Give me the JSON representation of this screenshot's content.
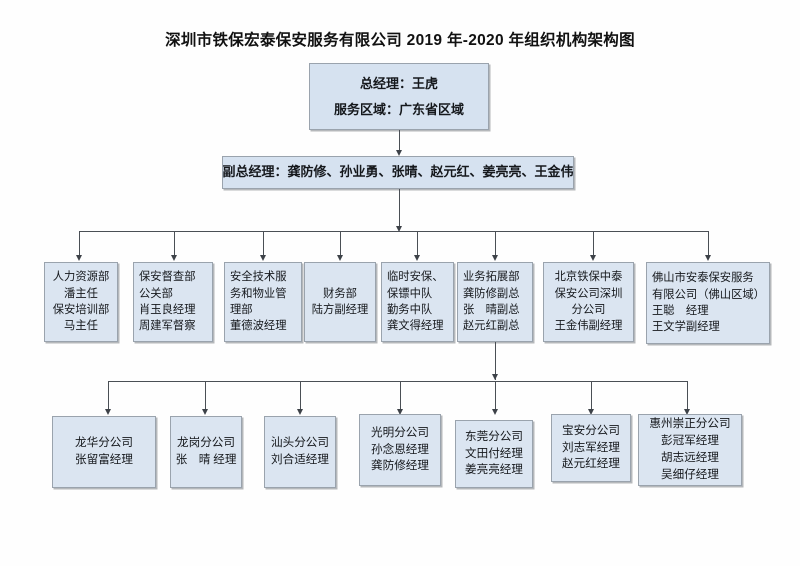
{
  "title": "深圳市铁保宏泰保安服务有限公司 2019 年-2020 年组织机构架构图",
  "chart_data": {
    "type": "diagram",
    "diagram_kind": "organization-chart",
    "title": "深圳市铁保宏泰保安服务有限公司 2019 年-2020 年组织机构架构图",
    "levels": 4,
    "node_fill_color": "#dbe5f1",
    "node_border_color": "#9aa3ad",
    "connector_color": "#4a4f55",
    "background_color": "#fefefe"
  },
  "top": {
    "lines": [
      "总经理：王虎",
      "服务区域：广东省区域"
    ]
  },
  "vice": {
    "lines": [
      "副总经理：龚防修、孙业勇、张晴、赵元红、姜亮亮、王金伟"
    ]
  },
  "departments": [
    {
      "name": "human-resources",
      "align": "center",
      "lines": [
        "人力资源部",
        "潘主任",
        "保安培训部",
        "马主任"
      ]
    },
    {
      "name": "security-supervision",
      "align": "left",
      "lines": [
        "保安督查部",
        "公关部",
        "肖玉良经理",
        "周建军督察"
      ]
    },
    {
      "name": "safety-tech-property",
      "align": "left",
      "lines": [
        "安全技术服",
        "务和物业管",
        "理部",
        "董德波经理"
      ]
    },
    {
      "name": "finance",
      "align": "center",
      "lines": [
        "财务部",
        "陆方副经理"
      ]
    },
    {
      "name": "temporary-security-bodyguard",
      "align": "left",
      "lines": [
        "临时安保、",
        "保镖中队",
        "勤务中队",
        "龚文得经理"
      ]
    },
    {
      "name": "business-development",
      "align": "left",
      "lines": [
        "业务拓展部",
        "龚防修副总",
        "张　晴副总",
        "赵元红副总"
      ]
    },
    {
      "name": "beijing-tiebao-zhongtai-shenzhen-branch",
      "align": "center",
      "lines": [
        "北京铁保中泰",
        "保安公司深圳",
        "分公司",
        "王金伟副经理"
      ]
    },
    {
      "name": "foshan-antai-security",
      "align": "left",
      "lines": [
        "佛山市安泰保安服务",
        "有限公司（佛山区域）",
        "王聪　经理",
        "王文学副经理"
      ]
    }
  ],
  "branches": [
    {
      "name": "longhua-branch",
      "lines": [
        "龙华分公司",
        "张留富经理"
      ]
    },
    {
      "name": "longgang-branch",
      "lines": [
        "龙岗分公司",
        "张　晴 经理"
      ]
    },
    {
      "name": "shantou-branch",
      "lines": [
        "汕头分公司",
        "刘合适经理"
      ]
    },
    {
      "name": "guangming-branch",
      "lines": [
        "光明分公司",
        "孙念恩经理",
        "龚防修经理"
      ]
    },
    {
      "name": "dongguan-branch",
      "lines": [
        "东莞分公司",
        "文田付经理",
        "姜亮亮经理"
      ]
    },
    {
      "name": "baoan-branch",
      "lines": [
        "宝安分公司",
        "刘志军经理",
        "赵元红经理"
      ]
    },
    {
      "name": "huizhou-chongzheng-branch",
      "lines": [
        "惠州崇正分公司",
        "彭冠军经理",
        "胡志远经理",
        "吴细仔经理"
      ]
    }
  ]
}
